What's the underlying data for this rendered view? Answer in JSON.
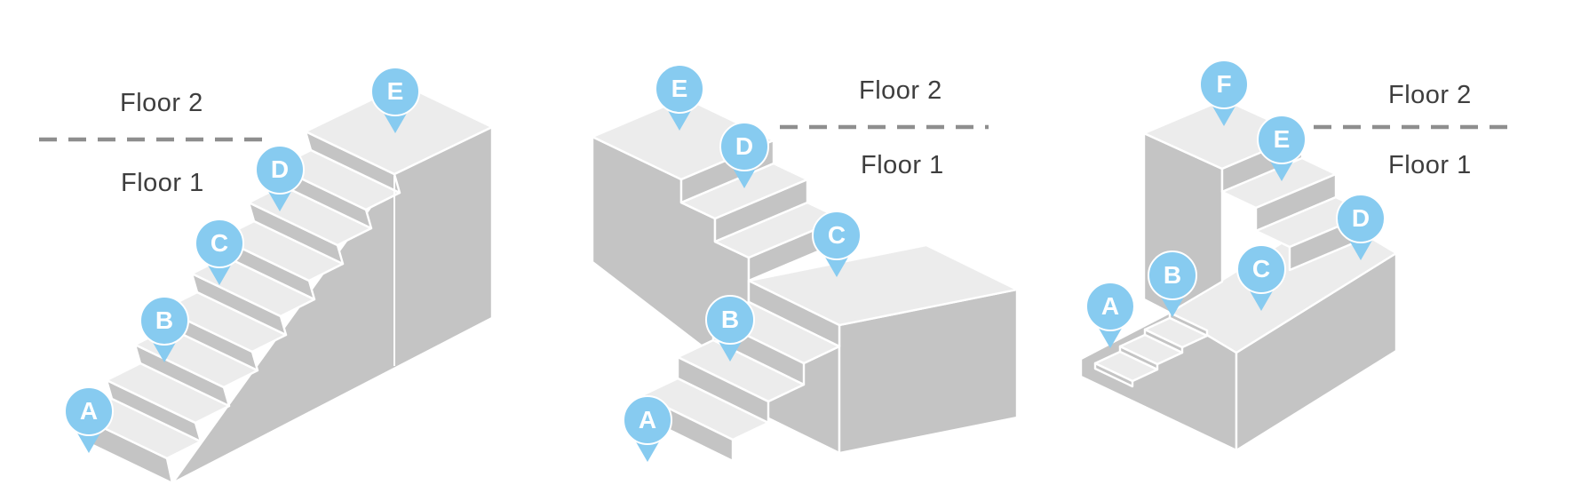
{
  "colors": {
    "pin_blue": "#87CBF0",
    "pin_letter": "#ffffff",
    "tread_light": "#ececec",
    "face_gray": "#c4c4c4",
    "dash_gray": "#8e8e8e",
    "label_dark": "#3e3e3e",
    "background": "#ffffff"
  },
  "diagrams": [
    {
      "name": "straight staircase",
      "labels": {
        "floor2": "Floor 2",
        "floor1": "Floor 1"
      },
      "pins": [
        {
          "label": "A"
        },
        {
          "label": "B"
        },
        {
          "label": "C"
        },
        {
          "label": "D"
        },
        {
          "label": "E"
        }
      ]
    },
    {
      "name": "staircase with mid-level landing",
      "labels": {
        "floor2": "Floor 2",
        "floor1": "Floor 1"
      },
      "pins": [
        {
          "label": "A"
        },
        {
          "label": "B"
        },
        {
          "label": "C"
        },
        {
          "label": "D"
        },
        {
          "label": "E"
        }
      ]
    },
    {
      "name": "staircase with large landing platform",
      "labels": {
        "floor2": "Floor 2",
        "floor1": "Floor 1"
      },
      "pins": [
        {
          "label": "A"
        },
        {
          "label": "B"
        },
        {
          "label": "C"
        },
        {
          "label": "D"
        },
        {
          "label": "E"
        },
        {
          "label": "F"
        }
      ]
    }
  ]
}
